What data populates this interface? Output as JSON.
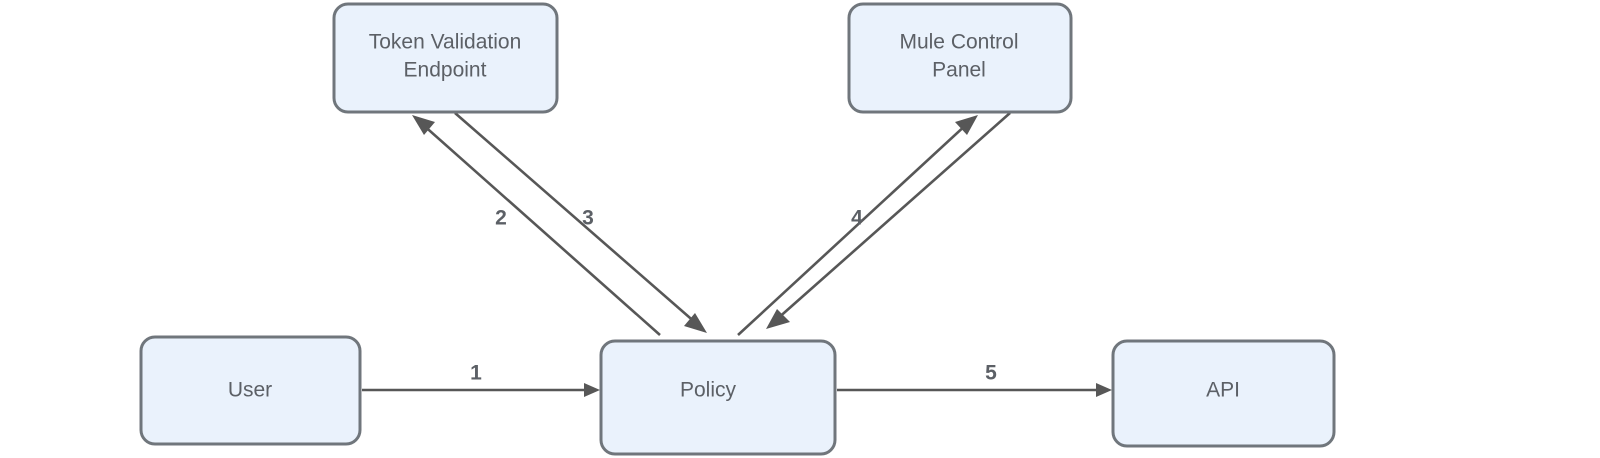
{
  "diagram": {
    "type": "flow-diagram",
    "background_color": "#ffffff",
    "node_fill_color": "#eaf2fc",
    "node_border_color": "#70767c",
    "edge_color": "#575757",
    "text_color": "#5c6066",
    "nodes": [
      {
        "id": "token-validation-endpoint",
        "label_line1": "Token Validation",
        "label_line2": "Endpoint"
      },
      {
        "id": "mule-control-panel",
        "label_line1": "Mule Control",
        "label_line2": "Panel"
      },
      {
        "id": "user",
        "label_line1": "User",
        "label_line2": ""
      },
      {
        "id": "policy",
        "label_line1": "Policy",
        "label_line2": ""
      },
      {
        "id": "api",
        "label_line1": "API",
        "label_line2": ""
      }
    ],
    "edges": [
      {
        "id": "edge-1",
        "label": "1",
        "from": "user",
        "to": "policy"
      },
      {
        "id": "edge-2",
        "label": "2",
        "from": "policy",
        "to": "token-validation-endpoint"
      },
      {
        "id": "edge-3",
        "label": "3",
        "from": "token-validation-endpoint",
        "to": "policy"
      },
      {
        "id": "edge-4",
        "label": "4",
        "from": "policy",
        "to": "mule-control-panel"
      },
      {
        "id": "edge-4b",
        "label": "",
        "from": "mule-control-panel",
        "to": "policy"
      },
      {
        "id": "edge-5",
        "label": "5",
        "from": "policy",
        "to": "api"
      }
    ]
  }
}
